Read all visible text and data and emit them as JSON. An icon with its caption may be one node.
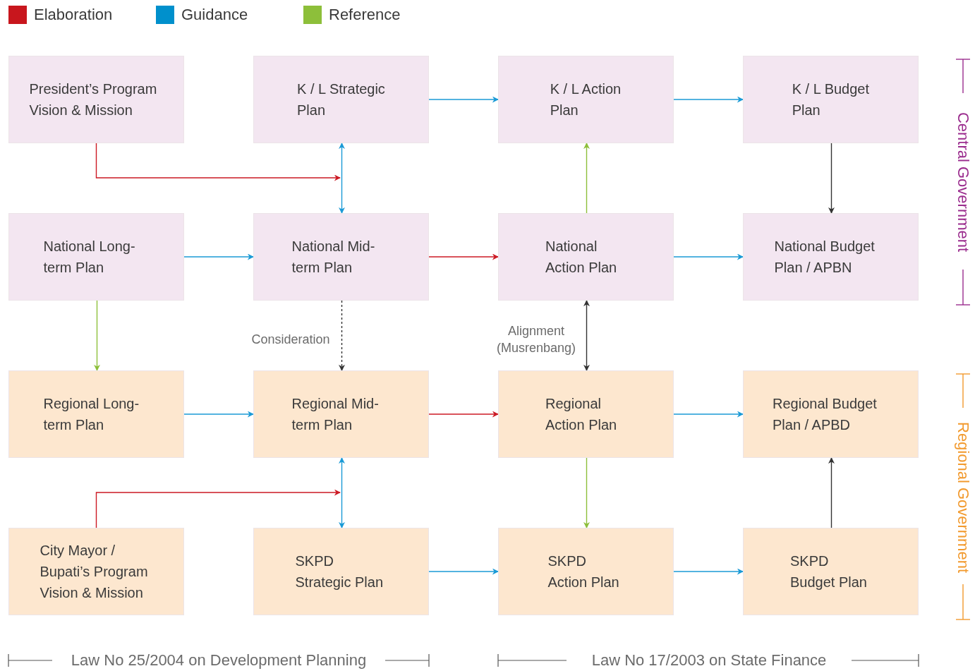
{
  "diagram": {
    "nodes": [
      {
        "text": [
          "President’s Program Vision & Mission"
        ]
      },
      {
        "text": [
          "K / L Strategic Plan"
        ]
      },
      {
        "text": [
          "K / L Action Plan"
        ]
      },
      {
        "text": [
          "K / L Budget Plan"
        ]
      },
      {
        "text": [
          "National Long-term Plan"
        ]
      },
      {
        "text": [
          "National Mid-term Plan"
        ]
      },
      {
        "text": [
          "National Action Plan"
        ]
      },
      {
        "text": [
          "National Budget Plan / APBN"
        ]
      },
      {
        "text": [
          "Regional Long-term Plan"
        ]
      },
      {
        "text": [
          "Regional Mid-term Plan"
        ]
      },
      {
        "text": [
          "Regional Action Plan"
        ]
      },
      {
        "text": [
          "Regional Budget Plan / APBD"
        ]
      },
      {
        "text": [
          "City Mayor / Bupati’s Program Vision & Mission"
        ]
      },
      {
        "text": [
          "SKPD Strategic Plan"
        ]
      },
      {
        "text": [
          "SKPD Action Plan"
        ]
      },
      {
        "text": [
          "SKPD Budget Plan"
        ]
      }
    ],
    "edges": [
      {
        "from": 1,
        "to": 2,
        "arrow": "to"
      },
      {
        "from": 2,
        "to": 3,
        "arrow": "to"
      },
      {
        "from": 0,
        "to": null,
        "arrow": "to",
        "color": "#cc1a24"
      },
      {
        "from": 1,
        "to": 5,
        "arrow": "both"
      },
      {
        "from": 3,
        "to": 7,
        "arrow": "to",
        "color": "#333333"
      },
      {
        "from": 4,
        "to": 5,
        "arrow": "to"
      },
      {
        "from": 5,
        "to": 6,
        "arrow": "to",
        "color": "#cc1a24"
      },
      {
        "from": 6,
        "to": 7,
        "arrow": "to"
      },
      {
        "from": 6,
        "to": 2,
        "arrow": "to",
        "color": "#8dbf3a"
      },
      {
        "from": 4,
        "to": 8,
        "arrow": "to",
        "color": "#8dbf3a"
      },
      {
        "from": 5,
        "to": 9,
        "arrow": "to",
        "style": "dashed",
        "color": "#333333",
        "label": "Consideration"
      },
      {
        "from": 6,
        "to": 10,
        "arrow": "both",
        "color": "#333333",
        "label": "Alignment (Musrenbang)"
      },
      {
        "from": 8,
        "to": 9,
        "arrow": "to"
      },
      {
        "from": 9,
        "to": 10,
        "arrow": "to",
        "color": "#cc1a24"
      },
      {
        "from": 10,
        "to": 11,
        "arrow": "to"
      },
      {
        "from": 12,
        "to": null,
        "arrow": "to",
        "color": "#cc1a24"
      },
      {
        "from": 9,
        "to": 13,
        "arrow": "both"
      },
      {
        "from": 10,
        "to": 14,
        "arrow": "to",
        "color": "#8dbf3a"
      },
      {
        "from": 13,
        "to": 14,
        "arrow": "to"
      },
      {
        "from": 14,
        "to": 15,
        "arrow": "to"
      },
      {
        "from": 15,
        "to": 11,
        "arrow": "to",
        "color": "#333333"
      }
    ],
    "labels": [
      "Central Government",
      "Regional Government",
      "Law No 25/2004 on Development Planning",
      "Law No 17/2003 on State Finance"
    ],
    "legend": [
      {
        "text": "Elaboration",
        "color": "#c8161d"
      },
      {
        "text": "Guidance",
        "color": "#0090cc"
      },
      {
        "text": "Reference",
        "color": "#8dbf3a"
      }
    ]
  }
}
